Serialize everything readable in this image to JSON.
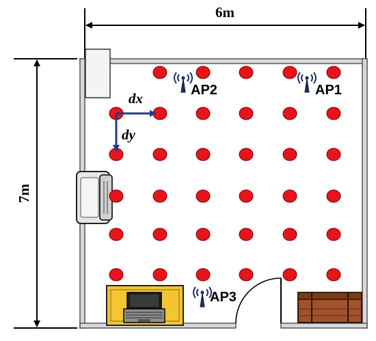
{
  "dimensions": {
    "width_label": "6m",
    "height_label": "7m"
  },
  "step_labels": {
    "dx": "dx",
    "dy": "dy"
  },
  "access_points": [
    {
      "label": "AP1",
      "icon": "antenna-icon"
    },
    {
      "label": "AP2",
      "icon": "antenna-icon"
    },
    {
      "label": "AP3",
      "icon": "antenna-icon"
    }
  ],
  "reference_grid": {
    "columns": 6,
    "rows": 6,
    "point_color": "#e8141b",
    "visible_points": 35
  },
  "furniture": [
    {
      "item": "desk",
      "icon": "laptop-icon"
    },
    {
      "item": "copier",
      "icon": "printer-icon"
    },
    {
      "item": "cabinet",
      "icon": "shelf-icon"
    },
    {
      "item": "chest",
      "icon": "chest-icon"
    },
    {
      "item": "door",
      "icon": "door-icon"
    }
  ],
  "colors": {
    "wall_fill": "#d9d9d9",
    "arrow": "#1f3c88",
    "desk": "#f2c531",
    "chest": "#a0522d"
  }
}
